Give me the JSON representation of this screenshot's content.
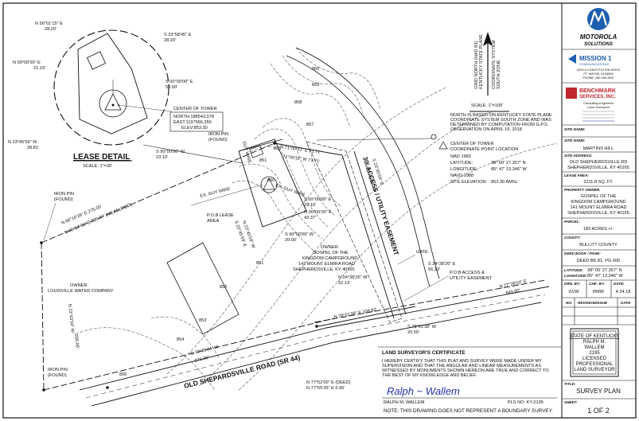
{
  "lease_detail": {
    "title": "LEASE DETAIL",
    "scale": "SCALE: 1\"=30'",
    "bearings": [
      "N 56°01'15\" E",
      "28.20'",
      "S 33°58'45\" E",
      "28.20'",
      "N 00°00'00\" E",
      "21.19'",
      "S 00°00'00\" E",
      "50.00'",
      "N 23°45'59\" W",
      "39.81'",
      "S 90°00'00\" W",
      "23.10'"
    ],
    "center_of_tower": "CENTER OF TOWER",
    "tower_coords": [
      "NORTH:188543.078",
      "EAST:1197566.350",
      "ELEV:853.30"
    ]
  },
  "north_arrow": {
    "label_lines": [
      "GRID NORTH (NAD 83)",
      "KENTUCKY STATE PLANE",
      "COORDINATE SYSTEM",
      "SOUTH ZONE"
    ],
    "scale": "SCALE: 1\"=100'"
  },
  "note": [
    "NORTH IS BASED ON KENTUCKY STATE PLANE",
    "COORDINATE SYSTEM SOUTH ZONE AND WAS",
    "DETERMINED BY COMPUTATION FROM G.P.S.",
    "OBSERVATION ON APRIL 19, 2018"
  ],
  "tower_location": {
    "heading": [
      "CENTER OF TOWER",
      "COORDINATE POINT LOCATION"
    ],
    "rows": [
      {
        "label": "NAD 1983",
        "value": ""
      },
      {
        "label": "LATITUDE:",
        "value": "38° 00' 27.357\" N"
      },
      {
        "label": "LONGITUDE:",
        "value": "85° 47' 13.346\" W"
      },
      {
        "label": "NAVD 1988",
        "value": ""
      },
      {
        "label": "SITE ELEVATION:",
        "value": "853.30 AMSL"
      }
    ]
  },
  "plan_labels": {
    "iron_pin_found": [
      "IRON PIN",
      "(FOUND)"
    ],
    "ex_guy_wire": "EX. GUY WIRE",
    "guy_wire": "GUY WIRE",
    "pob_lease_area": [
      "P.O.B LEASE",
      "AREA"
    ],
    "access_easement": "30' ACCESS / UTILITY EASEMENT",
    "gate": "GATE",
    "pob_access": [
      "P.O.B ACCESS &",
      "UTILITY EASEMENT"
    ],
    "owner_church": [
      "OWNER:",
      "GOSPEL OF THE",
      "KINGDOM CAMPGROUND",
      "141 MOUNT ELMIRA ROAD",
      "SHEPHERDSVILLE, KY 40165"
    ],
    "owner_water": [
      "OWNER:",
      "LOUISVILLE WATER COMPANY"
    ],
    "road": "OLD SHEPARDSVILLE ROAD (SR 44)",
    "bearings": [
      "N 66°10'26\" E 275.00'",
      "N 66°14'01\" E 275.07' (MEASURED)",
      "S 00°00'00\" E",
      "29.10'",
      "N 00°00'00\" E",
      "43.37'",
      "S 90°00'00\" W",
      "20.00'",
      "N 24°38'26\" W",
      "52.13'",
      "S 24°38'26\" E",
      "56.13'",
      "N 78°01'38\" E 108.93'",
      "S 78°01'38\" W",
      "20.50'",
      "N 77°52'00\" E (DEED)",
      "N 77°55'35\" E 6.96'",
      "N 77°28'03\" E",
      "849.60'",
      "S 73°39'44\" W",
      "271.36'",
      "N 23°43'34\" W",
      "200.00'",
      "N 71°00'31\" E 73.71'",
      "71°00'31\" W 73.71'",
      "S 23°45'59\" E",
      "N 23°45'59\" W"
    ],
    "contours": [
      "850",
      "851",
      "852",
      "853",
      "854",
      "855",
      "856",
      "857",
      "858",
      "859",
      "860"
    ]
  },
  "certificate": {
    "title": "LAND SURVEYOR'S CERTIFICATE",
    "body": [
      "I HEREBY CERTIFY THAT THIS PLAT AND SURVEY WERE MADE UNDER MY",
      "SUPERVISION AND THAT THE ANGULAR AND LINEAR MEASUREMENTS AS",
      "WITNESSED BY MONUMENTS SHOWN HEREON ARE TRUE AND CORRECT TO",
      "THE BEST OF MY KNOWLEDGE AND BELIEF."
    ],
    "signature": "Ralph ~ Wallem",
    "name": "RALPH M. WALLEM",
    "pls": "PLS NO. KY-2195",
    "disclaimer": "NOTE: THIS DRAWING DOES NOT REPRESENT A BOUNDARY SURVEY."
  },
  "title_block": {
    "company": "MOTOROLA",
    "company_sub": "SOLUTIONS",
    "mission": {
      "name": "MISSION 1",
      "sub": "COMMUNICATIONS",
      "address": [
        "6334-A CONSTITUTION DRIVE",
        "FT. WAYNE, IN 46804",
        "PHONE: 260-436-3900"
      ]
    },
    "benchmark": {
      "name": "BENCHMARK",
      "sub": "SERVICES, INC.",
      "tag": [
        "Consulting Engineers",
        "Land Surveyors"
      ]
    },
    "site_name_label": "SITE NAME:",
    "site_name": "MARTINS HILL",
    "site_address_label": "SITE ADDRESS:",
    "site_address": [
      "OLD SHEPHERDSVILLE RD",
      "SHEPHERDSVILLE, KY 40165"
    ],
    "lease_area_label": "LEASE AREA:",
    "lease_area": "2211.8 SQ. FT.",
    "owner_label": "PROPERTY OWNER:",
    "owner": [
      "GOSPEL OF THE",
      "KINGDOM CAMPGROUND",
      "141 MOUNT ELMIRA ROAD",
      "SHEPHERDSVILLE, KY 40165"
    ],
    "parcel_label": "PARCEL:",
    "parcel": "183 ACRES +/-",
    "county_label": "COUNTY:",
    "county": "BULLITT COUNTY",
    "deed_label": "DEED BOOK / PAGE:",
    "deed": "DEED BK 81, PG 605",
    "latitude_label": "LATITUDE:",
    "latitude": "38° 00' 27.357\" N",
    "longitude_label": "LONGITUDE:",
    "longitude": "85° 47' 13.346\" W",
    "drawn_by_label": "DRN. BY:",
    "drawn_by": "GVW",
    "checked_label": "CHK. BY:",
    "checked": "RMW",
    "date_label": "DATE:",
    "date": "4.24.18",
    "rev_no_label": "NO.",
    "rev_label": "REVISION/ISSUE",
    "rev_date_label": "DATE",
    "seal": [
      "STATE OF KENTUCKY",
      "RALPH M.",
      "WALLEM",
      "2195",
      "LICENSED",
      "PROFESSIONAL",
      "LAND SURVEYOR"
    ],
    "title_label": "TITLE:",
    "title": "SURVEY PLAN",
    "sheet_label": "SHEET:",
    "sheet": "1 OF 2"
  }
}
